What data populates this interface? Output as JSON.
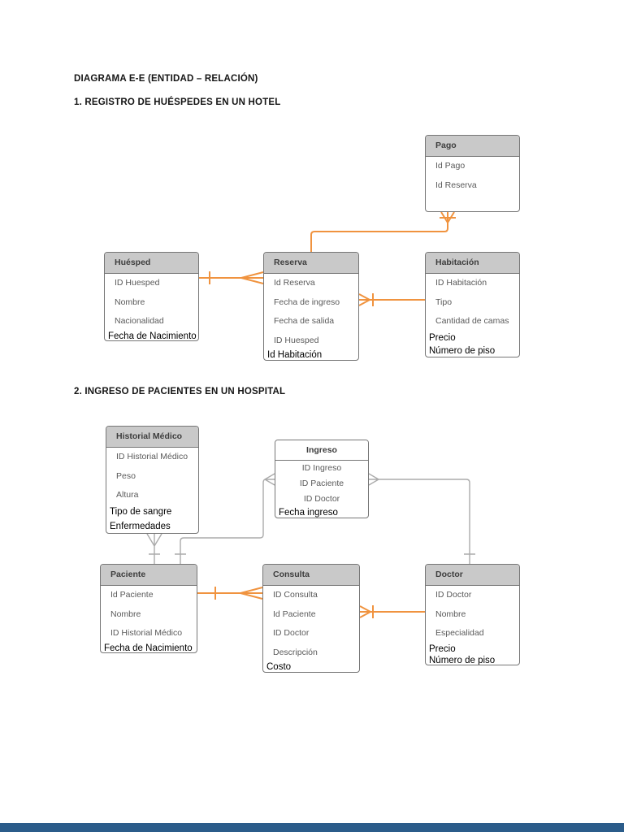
{
  "document": {
    "title": "DIAGRAMA E-E (ENTIDAD – RELACIÓN)",
    "section1_heading": "1. REGISTRO DE HUÉSPEDES EN UN HOTEL",
    "section2_heading": "2. INGRESO DE PACIENTES EN UN HOSPITAL"
  },
  "colors": {
    "accent_orange": "#F0933F",
    "line_gray": "#ABABAB",
    "header_fill": "#C9C9C9",
    "box_border": "#767676",
    "attr_text": "#5A5A5A",
    "annotation_text": "#000000",
    "heading_text": "#151515",
    "footer_blue": "#2B5C8A"
  },
  "entities": {
    "pago": {
      "title": "Pago",
      "attrs": [
        "Id Pago",
        "Id Reserva"
      ]
    },
    "huesped": {
      "title": "Huésped",
      "attrs": [
        "ID Huesped",
        "Nombre",
        "Nacionalidad",
        "Fecha de Nacimiento"
      ]
    },
    "reserva": {
      "title": "Reserva",
      "attrs": [
        "Id Reserva",
        "Fecha de ingreso",
        "Fecha de salida",
        "ID Huesped",
        "Id Habitación"
      ]
    },
    "habitacion": {
      "title": "Habitación",
      "attrs": [
        "ID Habitación",
        "Tipo",
        "Cantidad de camas",
        "Precio",
        "Número de piso"
      ]
    },
    "historial": {
      "title": "Historial Médico",
      "attrs": [
        "ID Historial Médico",
        "Peso",
        "Altura",
        "Tipo de sangre",
        "Enfermedades"
      ]
    },
    "ingreso": {
      "title": "Ingreso",
      "attrs": [
        "ID Ingreso",
        "ID Paciente",
        "ID Doctor",
        "Fecha ingreso"
      ]
    },
    "paciente": {
      "title": "Paciente",
      "attrs": [
        "Id Paciente",
        "Nombre",
        "ID Historial Médico",
        "Fecha de Nacimiento"
      ]
    },
    "consulta": {
      "title": "Consulta",
      "attrs": [
        "ID Consulta",
        "Id Paciente",
        "ID Doctor",
        "Descripción",
        "Costo"
      ]
    },
    "doctor": {
      "title": "Doctor",
      "attrs": [
        "ID Doctor",
        "Nombre",
        "Especialidad",
        "Precio",
        "Número de piso"
      ]
    }
  }
}
